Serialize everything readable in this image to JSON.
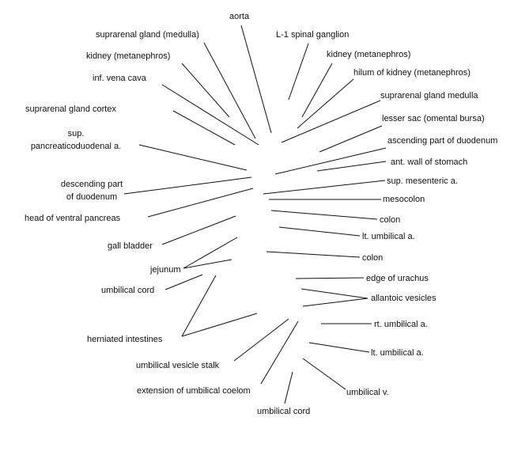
{
  "labels": {
    "aorta": "aorta",
    "suprarenal_gland_medulla_left": "suprarenal gland (medulla)",
    "kidney_left": "kidney (metanephros)",
    "inf_vena_cava": "inf. vena cava",
    "suprarenal_gland_cortex": "suprarenal gland cortex",
    "sup_pancreaticoduodenal_line1": "sup.",
    "sup_pancreaticoduodenal_line2": "pancreaticoduodenal a.",
    "descending_duodenum_line1": "descending part",
    "descending_duodenum_line2": "of duodenum",
    "head_ventral_pancreas": "head of ventral pancreas",
    "gall_bladder": "gall bladder",
    "jejunum": "jejunum",
    "umbilical_cord_left": "umbilical cord",
    "herniated_intestines": "herniated intestines",
    "umbilical_vesicle_stalk": "umbilical vesicle stalk",
    "extension_umbilical_coelom": "extension of umbilical coelom",
    "umbilical_cord_bottom": "umbilical cord",
    "l1_spinal_ganglion": "L-1 spinal ganglion",
    "kidney_right": "kidney (metanephros)",
    "hilum_of_kidney": "hilum of kidney (metanephros)",
    "suprarenal_gland_medulla_right": "suprarenal gland medulla",
    "lesser_sac": "lesser sac (omental bursa)",
    "ascending_duodenum": "ascending part of duodenum",
    "ant_wall_stomach": "ant. wall of stomach",
    "sup_mesenteric": "sup. mesenteric a.",
    "mesocolon": "mesocolon",
    "colon_upper": "colon",
    "lt_umbilical_upper": "lt. umbilical a.",
    "colon_lower": "colon",
    "edge_of_urachus": "edge of urachus",
    "allantoic_vesicles": "allantoic vesicles",
    "rt_umbilical": "rt. umbilical a.",
    "lt_umbilical_lower": "lt. umbilical a.",
    "umbilical_v": "umbilical v."
  }
}
